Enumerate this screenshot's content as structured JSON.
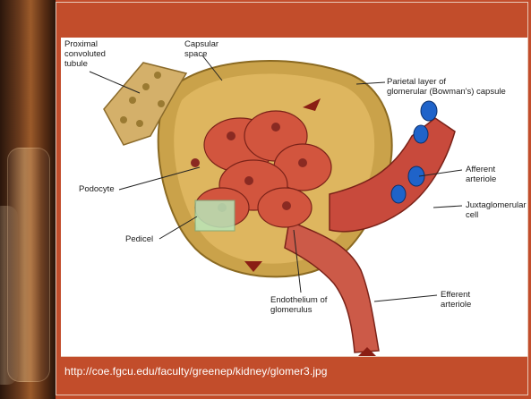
{
  "slide": {
    "source_url": "http://coe.fgcu.edu/faculty/greenep/kidney/glomer3.jpg"
  },
  "diagram": {
    "labels": {
      "proximal": "Proximal\nconvoluted\ntubule",
      "capsular": "Capsular\nspace",
      "parietal": "Parietal layer of\nglomerular (Bowman's) capsule",
      "afferent": "Afferent\narteriole",
      "juxta": "Juxtaglomerular\ncell",
      "podocyte": "Podocyte",
      "pedicel": "Pedicel",
      "endothelium": "Endothelium of\nglomerulus",
      "efferent": "Efferent\narteriole"
    },
    "marker_color": "#1f63c9",
    "highlight_color": "#b9e6b9"
  }
}
